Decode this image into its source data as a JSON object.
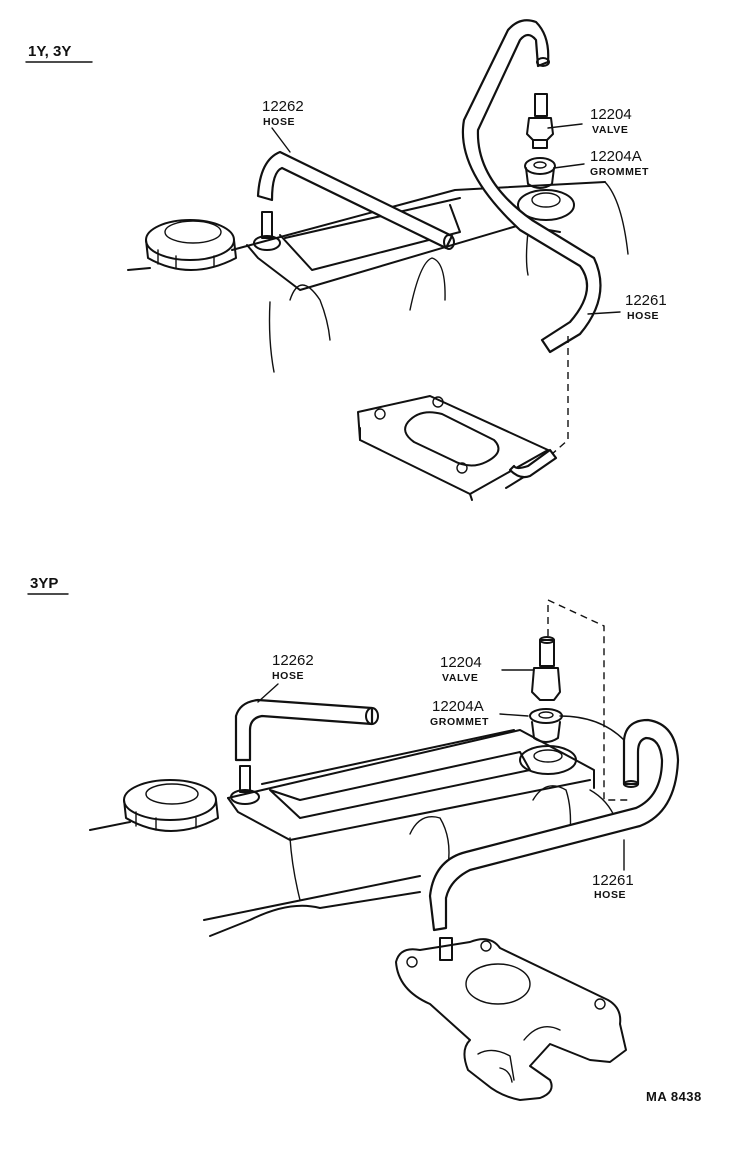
{
  "sections": [
    {
      "heading": "1Y, 3Y",
      "parts": [
        {
          "number": "12262",
          "name": "HOSE"
        },
        {
          "number": "12204",
          "name": "VALVE"
        },
        {
          "number": "12204A",
          "name": "GROMMET"
        },
        {
          "number": "12261",
          "name": "HOSE"
        }
      ]
    },
    {
      "heading": "3YP",
      "parts": [
        {
          "number": "12262",
          "name": "HOSE"
        },
        {
          "number": "12204",
          "name": "VALVE"
        },
        {
          "number": "12204A",
          "name": "GROMMET"
        },
        {
          "number": "12261",
          "name": "HOSE"
        }
      ]
    }
  ],
  "diagram_code": "MA 8438"
}
